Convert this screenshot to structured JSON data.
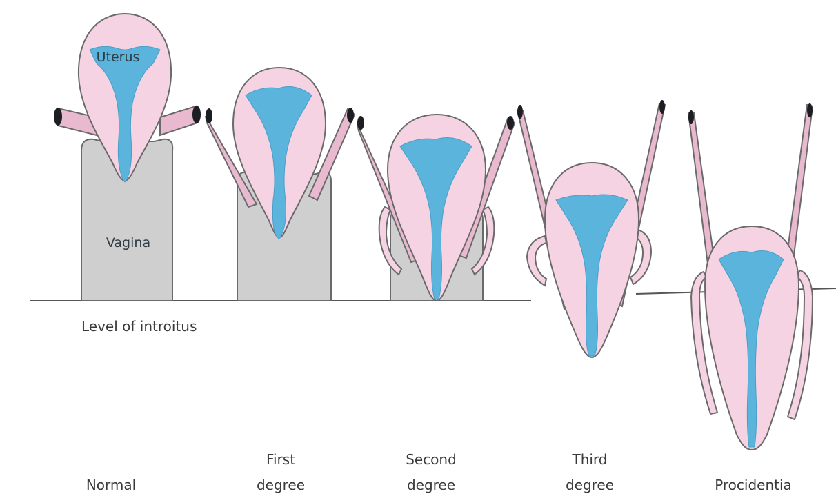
{
  "labels": {
    "uterus": "Uterus",
    "vagina": "Vagina",
    "introitus": "Level of introitus"
  },
  "stages": [
    {
      "line1": "",
      "line2": "Normal"
    },
    {
      "line1": "First",
      "line2": "degree"
    },
    {
      "line1": "Second",
      "line2": "degree"
    },
    {
      "line1": "Third",
      "line2": "degree"
    },
    {
      "line1": "",
      "line2": "Procidentia"
    }
  ],
  "colors": {
    "uterus_wall": "#f6d3e2",
    "cavity": "#5bb4dc",
    "vagina": "#cfcfcf",
    "tube_tip": "#1d1d24"
  }
}
